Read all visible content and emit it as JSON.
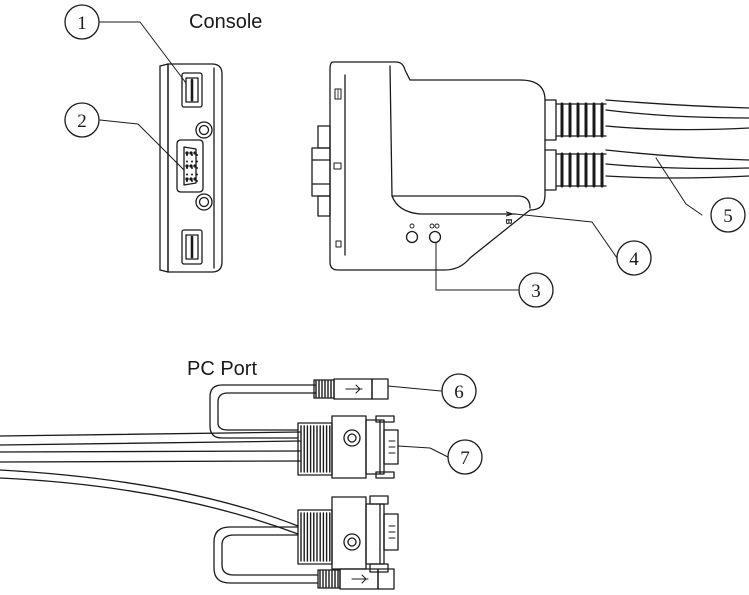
{
  "labels": {
    "console": "Console",
    "pc_port": "PC Port"
  },
  "callouts": [
    "1",
    "2",
    "3",
    "4",
    "5",
    "6",
    "7"
  ],
  "side_marks": {
    "ab": "A B"
  },
  "colors": {
    "line": "#1a1a1a",
    "background": "#ffffff"
  }
}
